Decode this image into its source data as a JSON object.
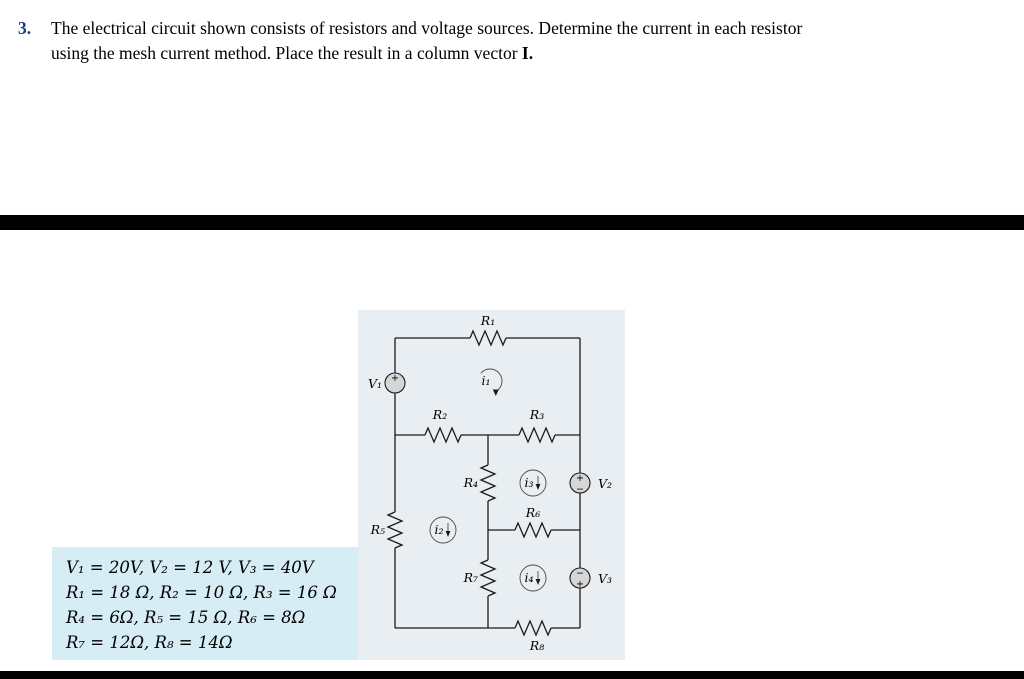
{
  "problem": {
    "number": "3.",
    "line1": "The electrical circuit shown consists of resistors and voltage sources. Determine the current in each resistor",
    "line2_pre": "using the mesh current method. Place the result in a column vector ",
    "line2_vector": "I."
  },
  "given_values": {
    "lines": [
      "V₁ = 20V, V₂ = 12 V, V₃ = 40V",
      "R₁ = 18 Ω, R₂ = 10 Ω, R₃ = 16 Ω",
      "R₄ = 6Ω, R₅ = 15 Ω, R₆ = 8Ω",
      "R₇ = 12Ω, R₈ = 14Ω"
    ],
    "bg_color": "#d6edf6"
  },
  "circuit": {
    "labels": {
      "r1": "R₁",
      "r2": "R₂",
      "r3": "R₃",
      "r4": "R₄",
      "r5": "R₅",
      "r6": "R₆",
      "r7": "R₇",
      "r8": "R₈",
      "v1": "V₁",
      "v2": "V₂",
      "v3": "V₃",
      "i1": "i₁",
      "i2": "i₂",
      "i3": "i₃",
      "i4": "i₄",
      "plus": "+",
      "minus": "−"
    },
    "colors": {
      "panel_bg": "#e9eef2",
      "wire": "#1a1a1a",
      "source_fill": "#d6d6d6"
    }
  },
  "separators": {
    "color": "#000000"
  },
  "accent": {
    "problem_number_color": "#1a3b8e"
  }
}
